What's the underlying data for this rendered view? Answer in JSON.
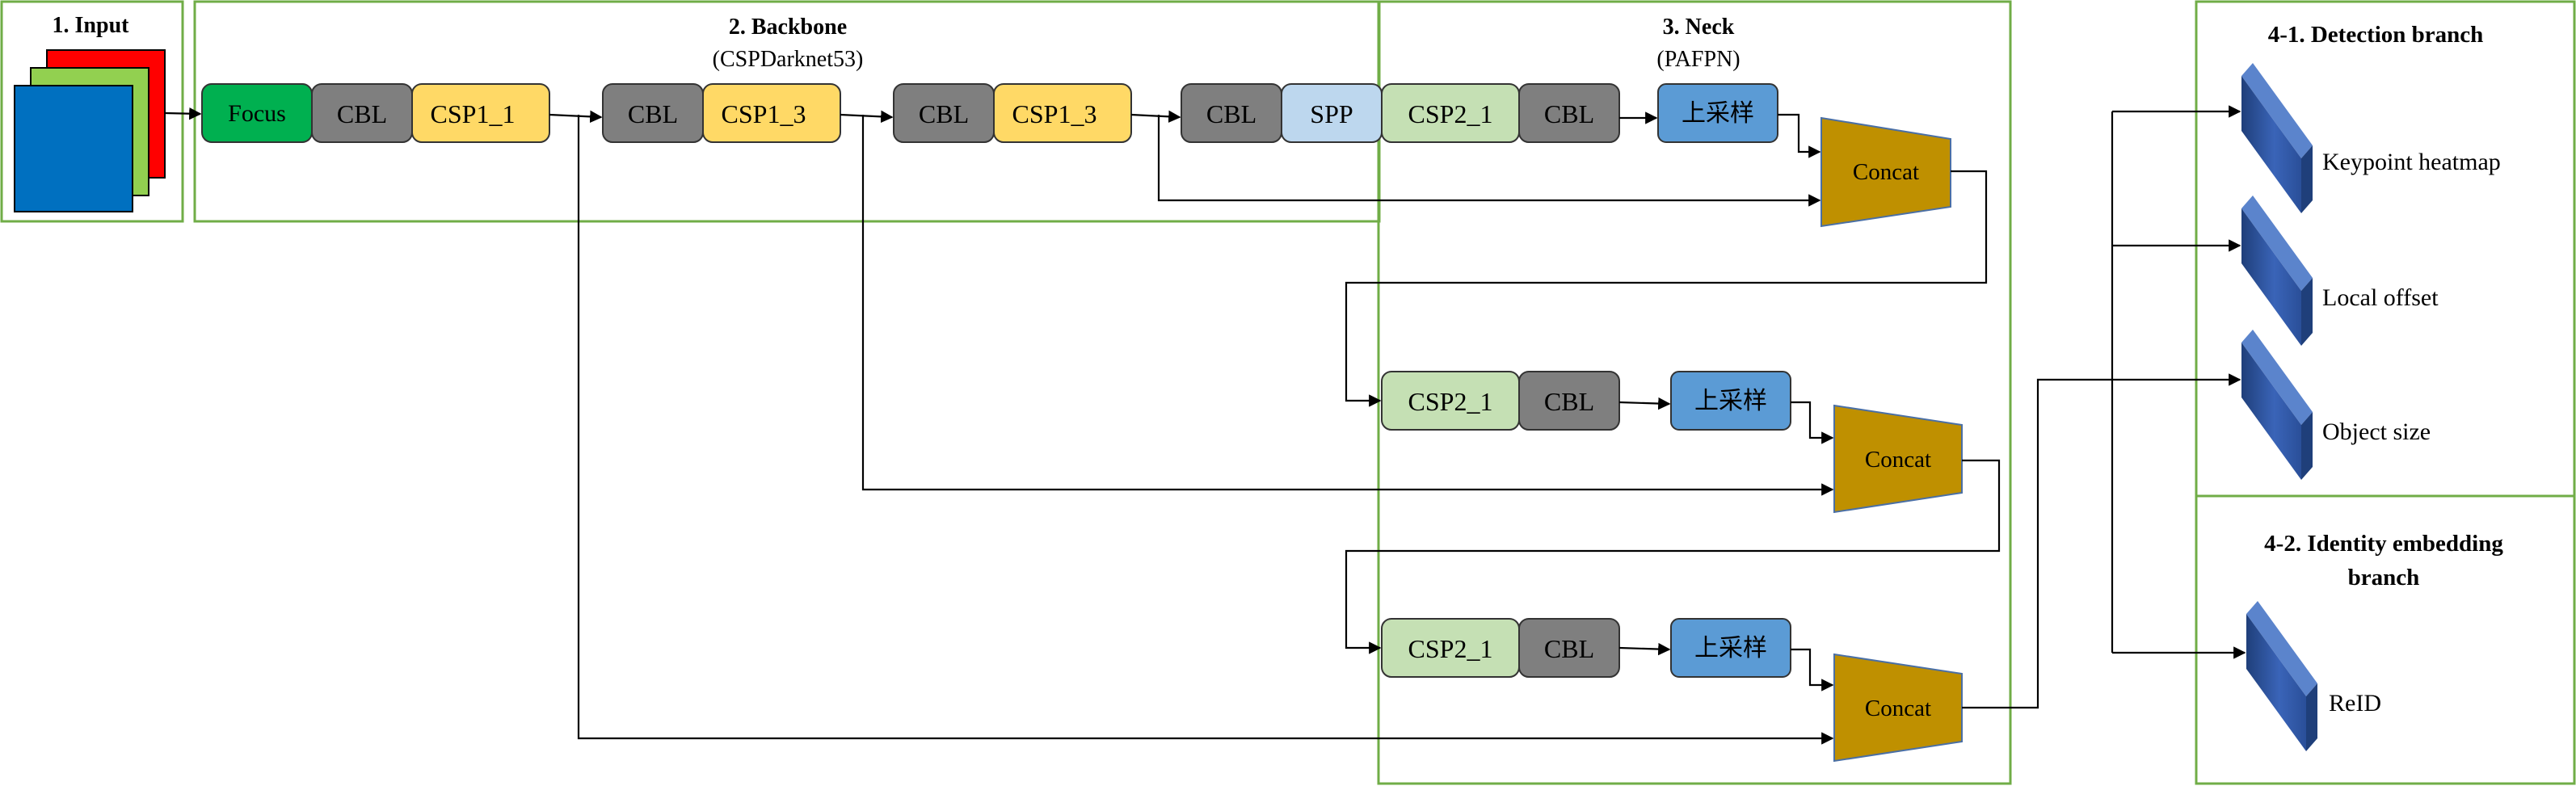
{
  "colors": {
    "group_border": "#70ad47",
    "line": "#000000",
    "focus": "#00b050",
    "cbl": "#7f7f7f",
    "csp1": "#ffd966",
    "csp2": "#c5e0b4",
    "spp": "#bdd7ee",
    "upsample": "#5b9bd5",
    "concat": "#bf9000",
    "output_block": "#2f5597",
    "input_red": "#ff0000",
    "input_green": "#92d050",
    "input_blue": "#0070c0"
  },
  "groups": {
    "input": {
      "title": "1. Input"
    },
    "backbone": {
      "title": "2. Backbone",
      "subtitle": "(CSPDarknet53)"
    },
    "neck": {
      "title": "3. Neck",
      "subtitle": "(PAFPN)"
    },
    "detection": {
      "title": "4-1. Detection branch"
    },
    "identity": {
      "title_line1": "4-2. Identity embedding",
      "title_line2": "branch"
    }
  },
  "backbone_blocks": {
    "focus": "Focus",
    "cbl_1": "CBL",
    "csp1_1": "CSP1_1",
    "cbl_2": "CBL",
    "csp1_3a": "CSP1_3",
    "cbl_3": "CBL",
    "csp1_3b": "CSP1_3",
    "cbl_4": "CBL",
    "spp": "SPP"
  },
  "neck_blocks": {
    "row1": {
      "csp2": "CSP2_1",
      "cbl": "CBL",
      "upsample": "上采样",
      "concat": "Concat"
    },
    "row2": {
      "csp2": "CSP2_1",
      "cbl": "CBL",
      "upsample": "上采样",
      "concat": "Concat"
    },
    "row3": {
      "csp2": "CSP2_1",
      "cbl": "CBL",
      "upsample": "上采样",
      "concat": "Concat"
    }
  },
  "outputs": {
    "keypoint_heatmap": "Keypoint heatmap",
    "local_offset": "Local offset",
    "object_size": "Object size",
    "reid": "ReID"
  }
}
